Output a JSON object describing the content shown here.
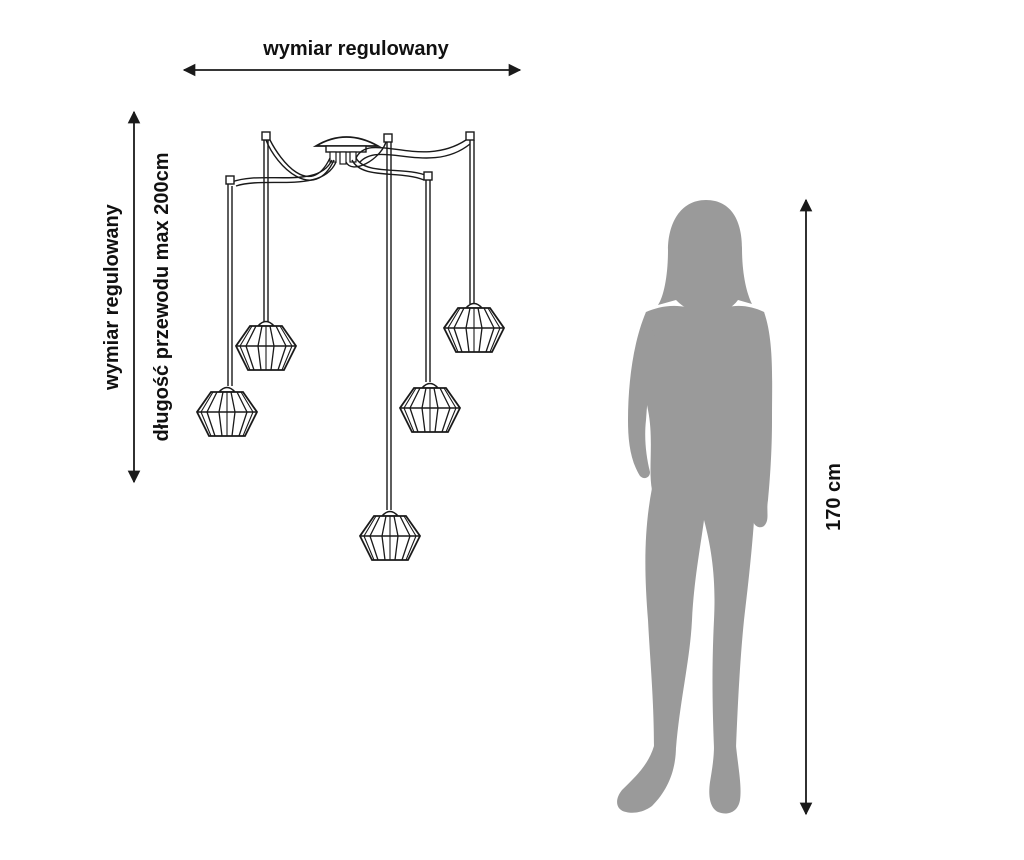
{
  "labels": {
    "top_width": "wymiar regulowany",
    "left_height": "wymiar regulowany",
    "cable_length": "długość przewodu max 200cm",
    "person_height": "170 cm"
  },
  "colors": {
    "line": "#1a1a1a",
    "silhouette": "#9a9a9a"
  },
  "icons": {
    "lamp": "wire-cage-pendant-icon",
    "person": "woman-silhouette-icon",
    "canopy": "ceiling-canopy-icon"
  }
}
